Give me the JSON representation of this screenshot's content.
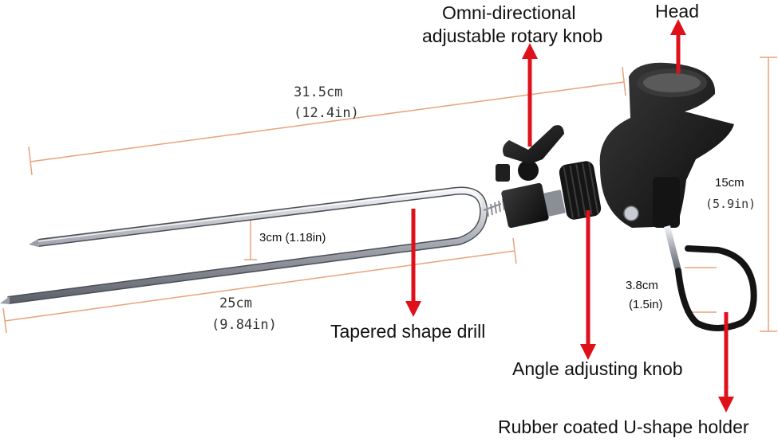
{
  "labels": {
    "rotary_knob_line1": "Omni-directional",
    "rotary_knob_line2": "adjustable rotary knob",
    "head": "Head",
    "tapered_drill": "Tapered shape drill",
    "angle_knob": "Angle adjusting knob",
    "u_holder": "Rubber coated U-shape holder"
  },
  "dimensions": {
    "total_length_cm": "31.5cm",
    "total_length_in": "(12.4in)",
    "height_cm": "15cm",
    "height_in": "(5.9in)",
    "fork_gap": "3cm (1.18in)",
    "fork_length_cm": "25cm",
    "fork_length_in": "(9.84in)",
    "holder_width_cm": "3.8cm",
    "holder_width_in": "(1.5in)"
  },
  "colors": {
    "arrow": "#e0101a",
    "dimension_line": "#e9a27a",
    "metal": "#c8ccd2",
    "body": "#1b1b1b"
  }
}
